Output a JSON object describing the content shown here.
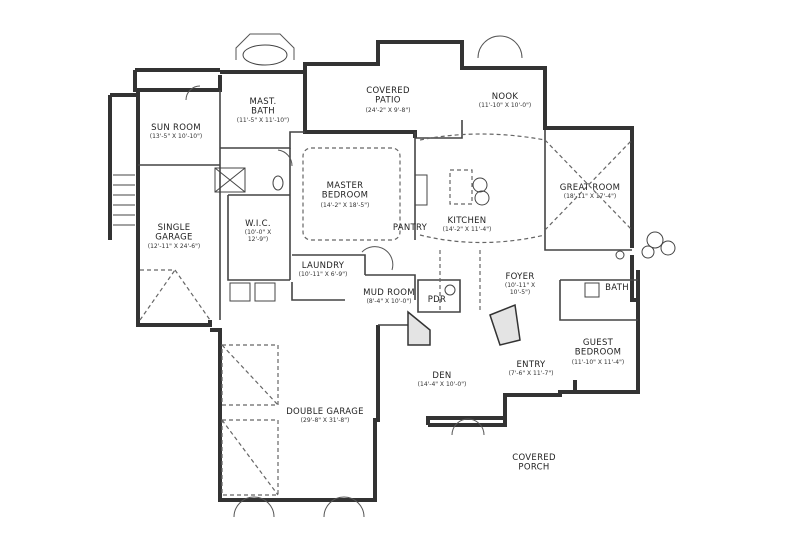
{
  "rooms": {
    "covered_patio": {
      "name": "COVERED\nPATIO",
      "dim": "(24'-2\" X 9'-8\")"
    },
    "mast_bath": {
      "name": "MAST.\nBATH",
      "dim": "(11'-5\" X 11'-10\")"
    },
    "nook": {
      "name": "NOOK",
      "dim": "(11'-10\" X 10'-0\")"
    },
    "sun_room": {
      "name": "SUN ROOM",
      "dim": "(13'-5\" X 10'-10\")"
    },
    "master_bedroom": {
      "name": "MASTER\nBEDROOM",
      "dim": "(14'-2\" X 18'-5\")"
    },
    "great_room": {
      "name": "GREAT ROOM",
      "dim": "(18'-11\" X 17'-4\")"
    },
    "single_garage": {
      "name": "SINGLE\nGARAGE",
      "dim": "(12'-11\" X 24'-6\")"
    },
    "wic": {
      "name": "W.I.C.",
      "dim": "(10'-0\" X\n12'-9\")"
    },
    "pantry": {
      "name": "PANTRY",
      "dim": ""
    },
    "kitchen": {
      "name": "KITCHEN",
      "dim": "(14'-2\" X 11'-4\")"
    },
    "laundry": {
      "name": "LAUNDRY",
      "dim": "(10'-11\" X 6'-9\")"
    },
    "foyer": {
      "name": "FOYER",
      "dim": "(10'-11\" X\n10'-5\")"
    },
    "mud_room": {
      "name": "MUD ROOM",
      "dim": "(8'-4\" X 10'-0\")"
    },
    "pdr": {
      "name": "PDR",
      "dim": ""
    },
    "bath": {
      "name": "BATH",
      "dim": ""
    },
    "guest_bedroom": {
      "name": "GUEST\nBEDROOM",
      "dim": "(11'-10\" X 11'-4\")"
    },
    "entry": {
      "name": "ENTRY",
      "dim": "(7'-6\" X 11'-7\")"
    },
    "den": {
      "name": "DEN",
      "dim": "(14'-4\" X 10'-0\")"
    },
    "double_garage": {
      "name": "DOUBLE GARAGE",
      "dim": "(29'-8\" X 31'-8\")"
    },
    "covered_porch": {
      "name": "COVERED\nPORCH",
      "dim": ""
    }
  }
}
